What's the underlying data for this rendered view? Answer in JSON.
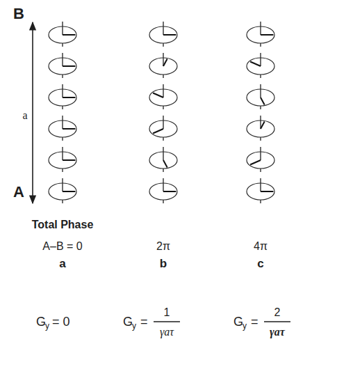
{
  "diagram": {
    "labels": [
      "B",
      "a",
      "A",
      "Total Phase",
      "A–B = 0",
      "2π",
      "4π",
      "a",
      "b",
      "c",
      "G",
      "y",
      "= 0",
      "G",
      "y",
      "=",
      "1",
      "γaτ",
      "G",
      "y",
      "=",
      "2",
      "γaτ"
    ]
  }
}
